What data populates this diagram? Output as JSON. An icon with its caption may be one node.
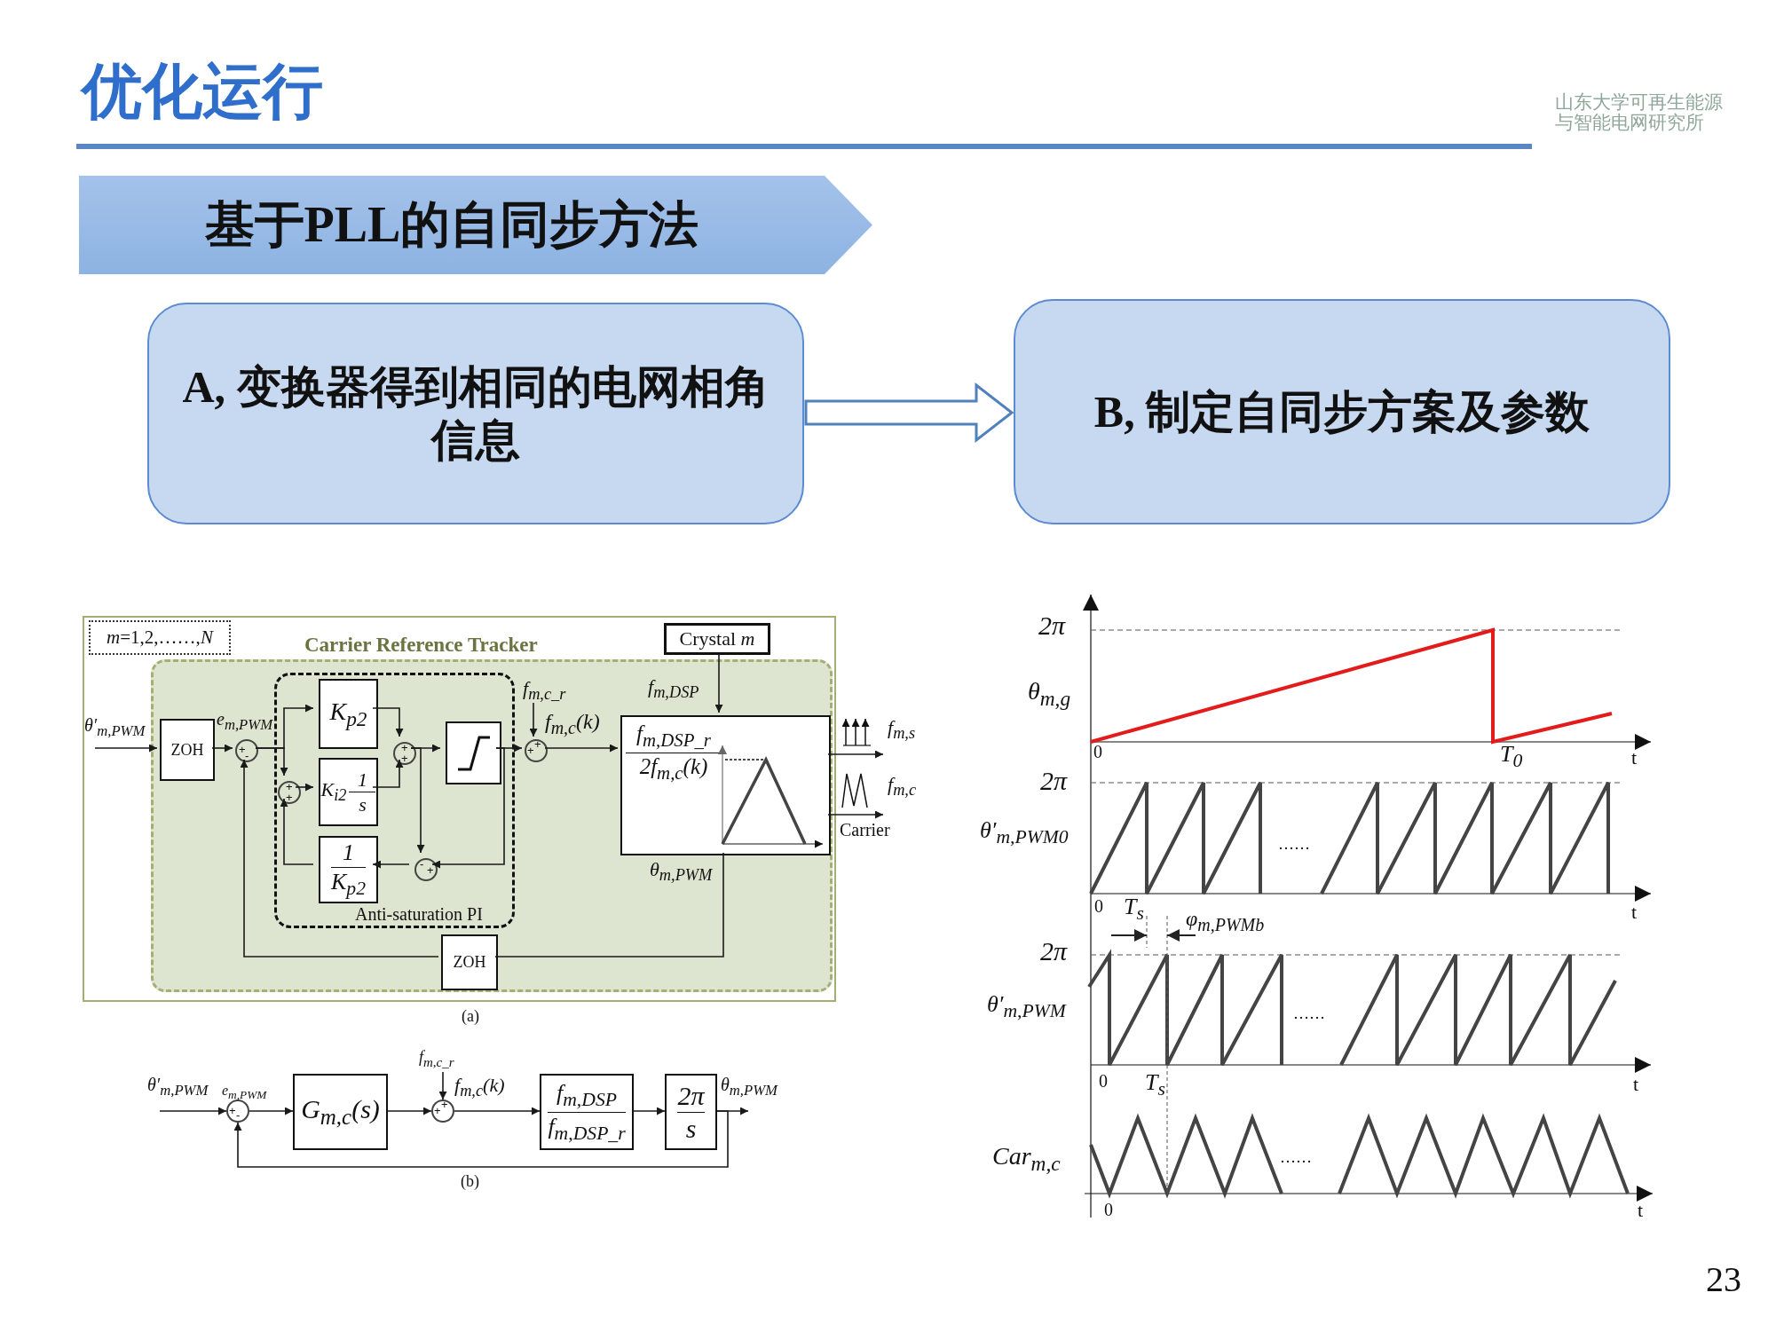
{
  "diagram": {
    "title": "优化运行",
    "nodes": [
      {
        "text": [
          "基于PLL的自同步方法"
        ]
      },
      {
        "text": [
          "A, 变换器得到相同的电网相角信息"
        ]
      },
      {
        "text": [
          "B, 制定自同步方案及参数"
        ]
      },
      {
        "text": [
          "*m*=1,2,……,*N*"
        ]
      },
      {
        "text": [
          "Crystal *m*"
        ]
      },
      {
        "text": [
          "Carrier Reference Tracker"
        ]
      },
      {
        "text": [
          "ZOH"
        ],
        "in": 5
      },
      {
        "text": [
          "+",
          "-"
        ],
        "in": 5
      },
      {
        "text": [
          "Anti-saturation PI"
        ],
        "in": 5
      },
      {
        "text": [
          "K$_{p2}$"
        ],
        "in": 8
      },
      {
        "text": [
          "+",
          "+"
        ],
        "in": 8
      },
      {
        "text": [
          "K$_{i2}$",
          "1",
          "s"
        ],
        "in": 8
      },
      {
        "text": [
          "+",
          "+"
        ],
        "in": 8
      },
      {
        "text": [],
        "shape": "box",
        "in": 8
      },
      {
        "text": [
          "-",
          "+"
        ],
        "in": 8
      },
      {
        "text": [
          "1",
          "K$_{p2}$"
        ],
        "in": 8
      },
      {
        "text": [
          "+",
          "+"
        ],
        "in": 5
      },
      {
        "text": [
          "f$_{m,DSP_r}$",
          "2f$_{m,c}$(k)"
        ],
        "in": 5
      },
      {
        "text": [
          "ZOH"
        ],
        "in": 5
      },
      {
        "text": [
          "+",
          "-"
        ]
      },
      {
        "text": [
          "G$_{m,c}$(s)"
        ]
      },
      {
        "text": [
          "+",
          "+"
        ]
      },
      {
        "text": [
          "f$_{m,DSP}$",
          "f$_{m,DSP_r}$"
        ]
      },
      {
        "text": [
          "2π",
          "s"
        ]
      },
      {
        "text": [
          "θ′$_{m,PWM}$"
        ]
      },
      {
        "text": [
          "f$_{m,c_r}$"
        ],
        "in": 5
      },
      {
        "text": [],
        "shape": "picture"
      },
      {
        "text": [],
        "shape": "picture"
      },
      {
        "text": [
          "θ′$_{m,PWM}$"
        ]
      },
      {
        "text": [
          "f$_{m,c_r}$"
        ]
      },
      {
        "text": [
          "θ$_{m,PWM}$"
        ]
      }
    ],
    "edges": [
      {
        "from": 1,
        "to": 2,
        "arrow": "to"
      },
      {
        "from": 24,
        "to": 6,
        "arrow": "to"
      },
      {
        "from": 6,
        "to": 7,
        "arrow": "to"
      },
      {
        "from": 7,
        "to": 9,
        "arrow": "to"
      },
      {
        "from": 7,
        "to": 10,
        "arrow": "to"
      },
      {
        "from": 9,
        "to": 12,
        "arrow": "to"
      },
      {
        "from": 11,
        "to": 12,
        "arrow": "to"
      },
      {
        "from": 10,
        "to": 11,
        "arrow": "to"
      },
      {
        "from": 12,
        "to": 13,
        "arrow": "to"
      },
      {
        "from": 12,
        "to": 14,
        "arrow": "to"
      },
      {
        "from": 13,
        "to": 16,
        "arrow": "to"
      },
      {
        "from": 13,
        "to": 14,
        "arrow": "to"
      },
      {
        "from": 14,
        "to": 15,
        "arrow": "to"
      },
      {
        "from": 15,
        "to": 10,
        "arrow": "to"
      },
      {
        "from": 25,
        "to": 16,
        "arrow": "to"
      },
      {
        "from": 16,
        "to": 17,
        "arrow": "to"
      },
      {
        "from": 4,
        "to": 17,
        "arrow": "to"
      },
      {
        "from": 17,
        "to": 26,
        "arrow": "to"
      },
      {
        "from": 17,
        "to": 27,
        "arrow": "to"
      },
      {
        "from": 17,
        "to": 18,
        "arrow": "none"
      },
      {
        "from": 18,
        "to": 7,
        "arrow": "to"
      },
      {
        "from": 28,
        "to": 19,
        "arrow": "to"
      },
      {
        "from": 19,
        "to": 20,
        "arrow": "to"
      },
      {
        "from": 20,
        "to": 21,
        "arrow": "to"
      },
      {
        "from": 29,
        "to": 21,
        "arrow": "to"
      },
      {
        "from": 21,
        "to": 22,
        "arrow": "to"
      },
      {
        "from": 22,
        "to": 23,
        "arrow": "to"
      },
      {
        "from": 23,
        "to": 30,
        "arrow": "to"
      },
      {
        "from": 23,
        "to": 19,
        "arrow": "to"
      }
    ],
    "labels": [
      "山东大学可再生能源与智能电网研究所",
      "e$_{m,PWM}$",
      "f$_{m,c}$(k)",
      "f$_{m,DSP}$",
      "f$_{m,s}$",
      "f$_{m,c}$",
      "Carrier",
      "θ$_{m,PWM}$",
      "(a)",
      "e$_{m,PWM}$",
      "f$_{m,c}$(k)",
      "(b)",
      "2π",
      "θ$_{m,g}$",
      "0",
      "T$_{0}$",
      "t",
      "2π",
      "θ′$_{m,PWM0}$",
      "……",
      "0",
      "T$_{s}$",
      "φ$_{m,PWMb}$",
      "t",
      "2π",
      "θ′$_{m,PWM}$",
      "……",
      "0",
      "T$_{s}$",
      "t",
      "Car$_{m,c}$",
      "……",
      "0",
      "t",
      "23"
    ]
  }
}
